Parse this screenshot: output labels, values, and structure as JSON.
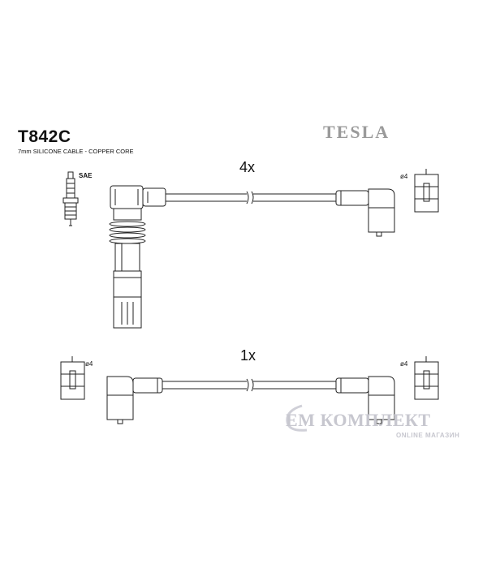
{
  "header": {
    "part_code": "T842C",
    "cable_description": "7mm SILICONE CABLE - COPPER CORE",
    "brand": "TESLA"
  },
  "labels": {
    "spark_plug_type": "SAE",
    "qty_top": "4x",
    "qty_bottom": "1x",
    "terminal_diameter": "ø4"
  },
  "watermark": {
    "main": "EM КОМПЛЕКТ",
    "sub": "ONLINE МАГАЗИН"
  },
  "colors": {
    "line": "#222222",
    "brand_gray": "#9a9a9a",
    "watermark": "#c7c7cf"
  }
}
